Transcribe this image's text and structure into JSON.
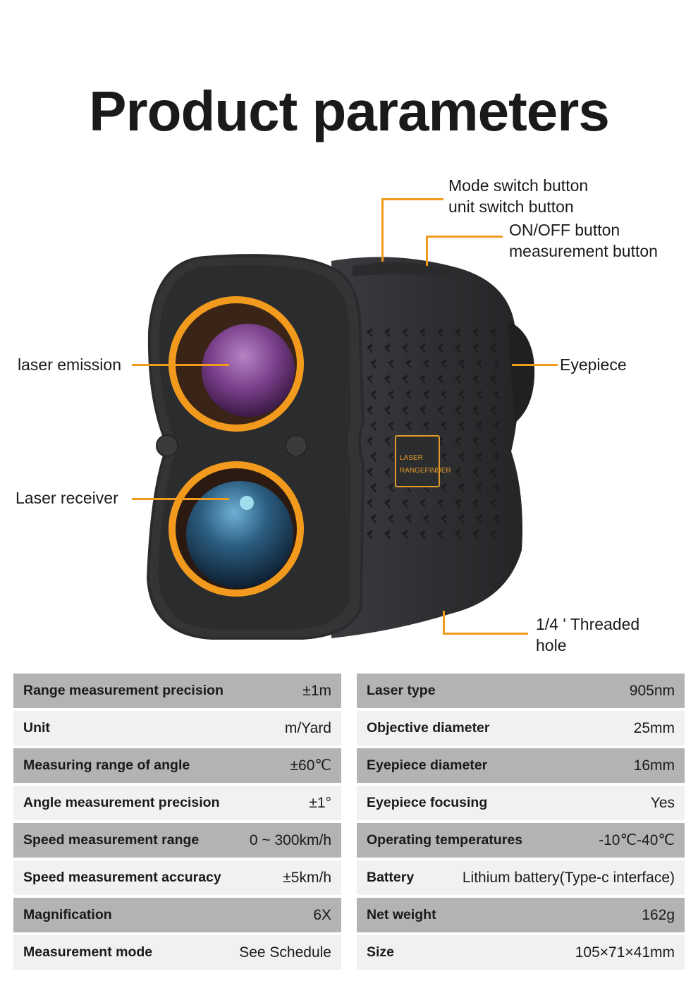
{
  "title": "Product parameters",
  "colors": {
    "accent_orange": "#f29a1d",
    "body_dark": "#2e2f31",
    "row_dark": "#b3b3b3",
    "row_light": "#f1f1f1"
  },
  "device": {
    "badge_line1": "LASER",
    "badge_line2": "RANGEFINDER"
  },
  "callouts": {
    "mode_switch": {
      "line1": "Mode switch button",
      "line2": "unit switch button"
    },
    "on_off": {
      "line1": "ON/OFF button",
      "line2": "measurement button"
    },
    "laser_emission": "laser emission",
    "laser_receiver": "Laser receiver",
    "eyepiece": "Eyepiece",
    "threaded_hole": {
      "line1": "1/4 ' Threaded",
      "line2": "hole"
    }
  },
  "specs_left": [
    {
      "label": "Range measurement precision",
      "value": "±1m"
    },
    {
      "label": "Unit",
      "value": "m/Yard"
    },
    {
      "label": "Measuring range of angle",
      "value": "±60℃"
    },
    {
      "label": "Angle measurement precision",
      "value": "±1°"
    },
    {
      "label": "Speed measurement range",
      "value": "0 ~ 300km/h"
    },
    {
      "label": "Speed measurement accuracy",
      "value": "±5km/h"
    },
    {
      "label": "Magnification",
      "value": "6X"
    },
    {
      "label": "Measurement mode",
      "value": "See Schedule"
    }
  ],
  "specs_right": [
    {
      "label": "Laser type",
      "value": "905nm"
    },
    {
      "label": "Objective diameter",
      "value": "25mm"
    },
    {
      "label": "Eyepiece diameter",
      "value": "16mm"
    },
    {
      "label": "Eyepiece focusing",
      "value": "Yes"
    },
    {
      "label": "Operating temperatures",
      "value": "-10℃-40℃"
    },
    {
      "label": "Battery",
      "value": "Lithium battery(Type-c interface)"
    },
    {
      "label": "Net weight",
      "value": "162g"
    },
    {
      "label": "Size",
      "value": "105×71×41mm"
    }
  ]
}
